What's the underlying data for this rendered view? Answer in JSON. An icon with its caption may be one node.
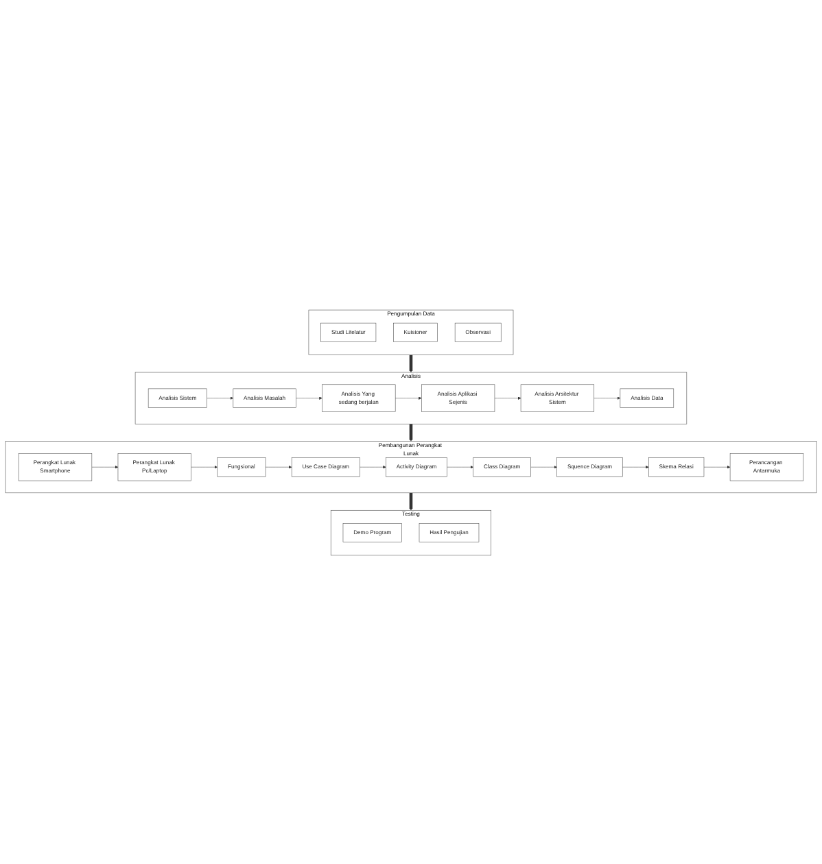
{
  "diagram": {
    "nodes": [
      {
        "text": [
          "Pengumpulan Data"
        ]
      },
      {
        "text": [
          "Studi Litelatur"
        ],
        "in": 0
      },
      {
        "text": [
          "Kuisioner"
        ],
        "in": 0
      },
      {
        "text": [
          "Observasi"
        ],
        "in": 0
      },
      {
        "text": [
          "Analisis"
        ]
      },
      {
        "text": [
          "Analisis Sistem"
        ],
        "in": 4
      },
      {
        "text": [
          "Analisis Masalah"
        ],
        "in": 4
      },
      {
        "text": [
          "Analisis Yang sedang berjalan"
        ],
        "in": 4
      },
      {
        "text": [
          "Analisis Aplikasi Sejenis"
        ],
        "in": 4
      },
      {
        "text": [
          "Analisis Arsitektur Sistem"
        ],
        "in": 4
      },
      {
        "text": [
          "Analisis Data"
        ],
        "in": 4
      },
      {
        "text": [
          "Pembangunan Perangkat Lunak"
        ]
      },
      {
        "text": [
          "Perangkat Lunak Smartphone"
        ],
        "in": 11
      },
      {
        "text": [
          "Perangkat Lunak Pc/Laptop"
        ],
        "in": 11
      },
      {
        "text": [
          "Fungsional"
        ],
        "in": 11
      },
      {
        "text": [
          "Class Diagram"
        ],
        "in": 11
      },
      {
        "text": [
          "Activity Diagram"
        ],
        "in": 11
      },
      {
        "text": [
          "Use Case Diagram"
        ],
        "in": 11
      },
      {
        "text": [
          "Squence Diagram"
        ],
        "in": 11
      },
      {
        "text": [
          "Skema Relasi"
        ],
        "in": 11
      },
      {
        "text": [
          "Perancangan Antarmuka"
        ],
        "in": 11
      },
      {
        "text": [
          "Testing"
        ]
      },
      {
        "text": [
          "Demo Program"
        ],
        "in": 21
      },
      {
        "text": [
          "Hasil Pengujian"
        ],
        "in": 21
      }
    ],
    "edges": [
      {
        "from": 0,
        "to": 4,
        "arrow": "to",
        "style": "thick"
      },
      {
        "from": 5,
        "to": 6,
        "arrow": "to"
      },
      {
        "from": 6,
        "to": 7,
        "arrow": "to"
      },
      {
        "from": 7,
        "to": 8,
        "arrow": "to"
      },
      {
        "from": 8,
        "to": 9,
        "arrow": "to"
      },
      {
        "from": 9,
        "to": 10,
        "arrow": "to"
      },
      {
        "from": 4,
        "to": 11,
        "arrow": "to",
        "style": "thick"
      },
      {
        "from": 12,
        "to": 13,
        "arrow": "to"
      },
      {
        "from": 13,
        "to": 14,
        "arrow": "to"
      },
      {
        "from": 14,
        "to": 17,
        "arrow": "to"
      },
      {
        "from": 17,
        "to": 16,
        "arrow": "to"
      },
      {
        "from": 16,
        "to": 15,
        "arrow": "to"
      },
      {
        "from": 15,
        "to": 18,
        "arrow": "to"
      },
      {
        "from": 18,
        "to": 19,
        "arrow": "to"
      },
      {
        "from": 19,
        "to": 20,
        "arrow": "to"
      },
      {
        "from": 11,
        "to": 21,
        "arrow": "to",
        "style": "thick"
      }
    ]
  }
}
